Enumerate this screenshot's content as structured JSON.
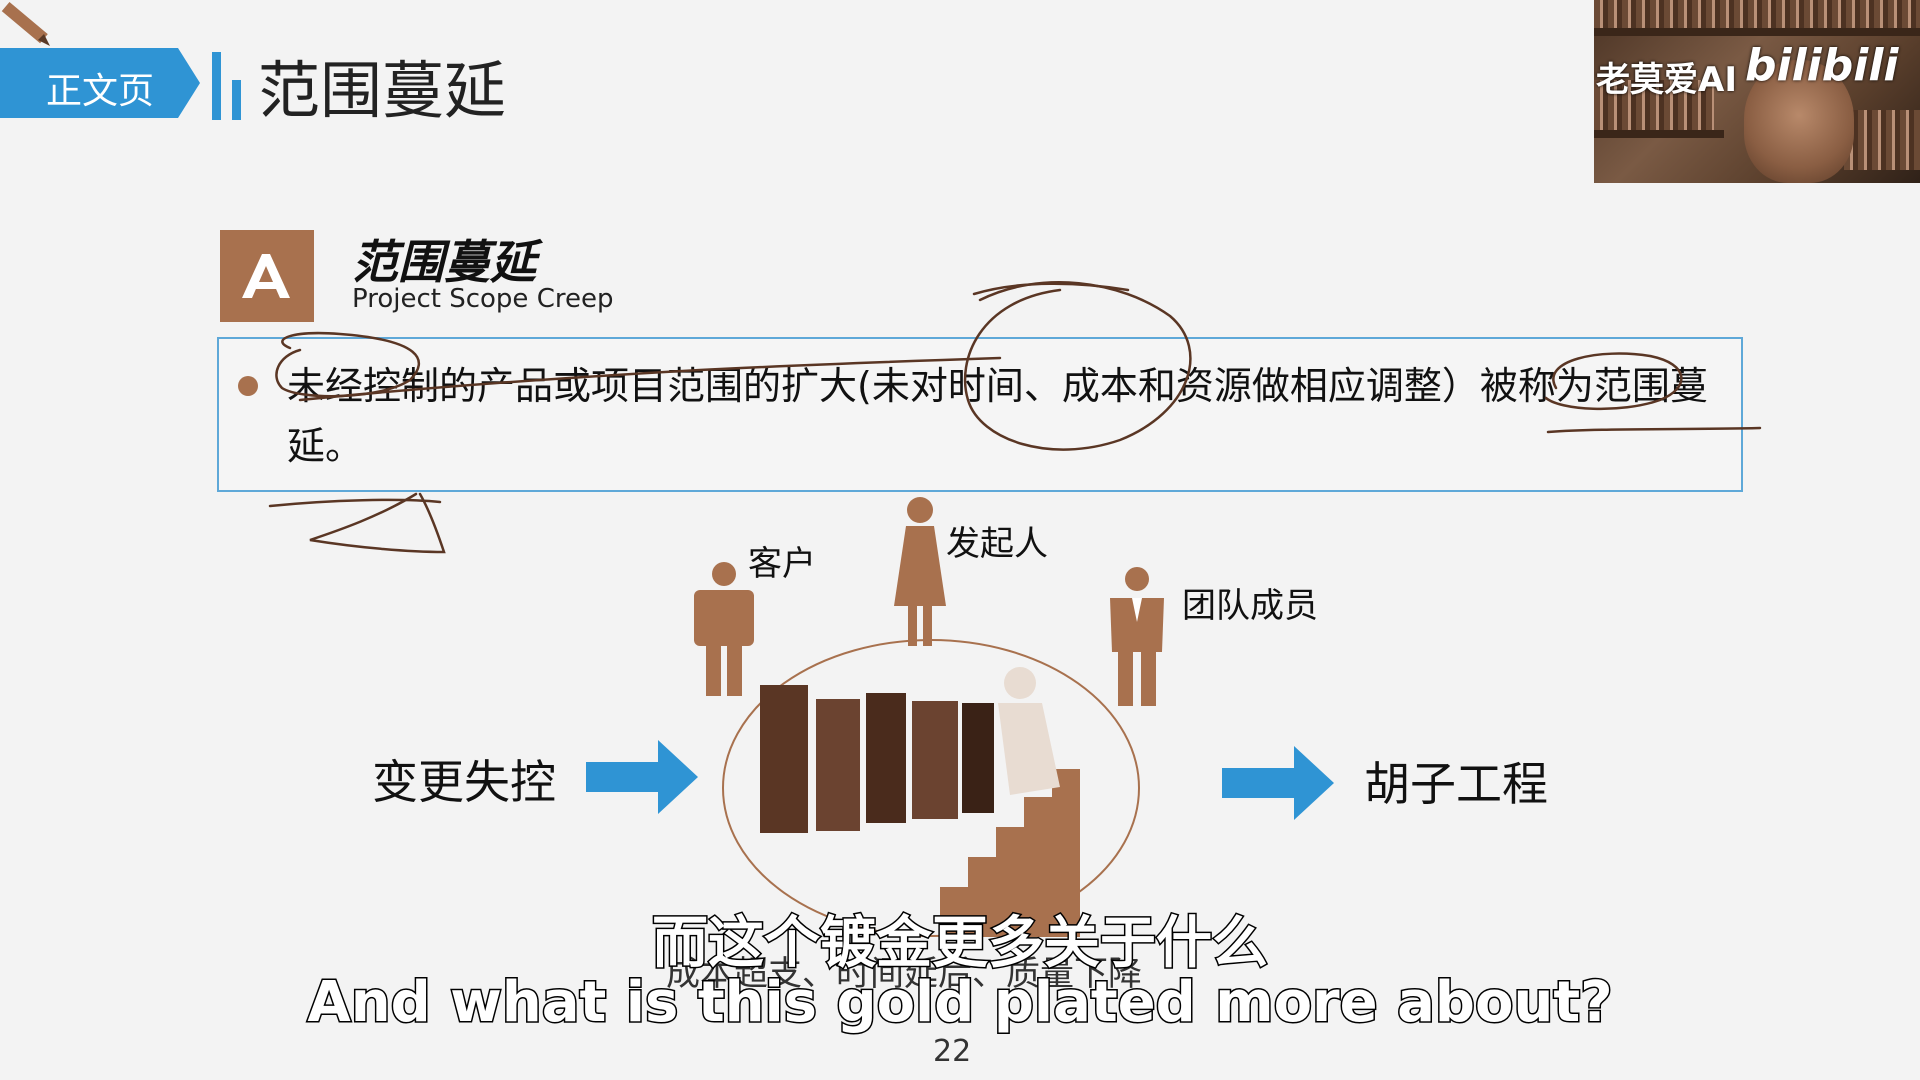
{
  "header": {
    "tab_label": "正文页",
    "title": "范围蔓延"
  },
  "section": {
    "title": "范围蔓延",
    "subtitle": "Project Scope Creep"
  },
  "definition": {
    "text": "未经控制的产品或项目范围的扩大(未对时间、成本和资源做相应调整）被称为范围蔓延。"
  },
  "diagram": {
    "stakeholders": {
      "customer": "客户",
      "sponsor": "发起人",
      "team": "团队成员"
    },
    "left_label": "变更失控",
    "right_label": "胡子工程",
    "bottom_text": "成本超支、时间延后、质量下降"
  },
  "page_number": "22",
  "subtitles": {
    "zh": "而这个镀金更多关于什么",
    "en": "And what is this gold plated more about?"
  },
  "overlay": {
    "streamer_name": "老莫爱AI",
    "logo": "bilibili"
  },
  "colors": {
    "accent_blue": "#2f94d4",
    "accent_brown": "#a8714e",
    "box_border": "#5ea8d8"
  }
}
